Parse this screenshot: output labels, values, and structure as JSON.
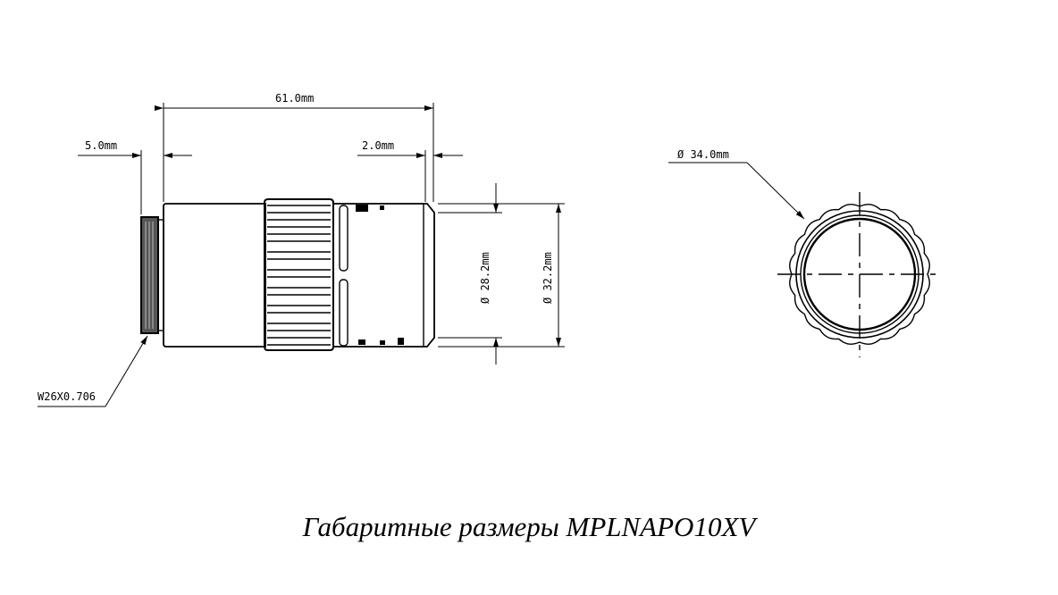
{
  "dimensions": {
    "overall_length": "61.0mm",
    "thread_length": "5.0mm",
    "end_length": "2.0mm",
    "inner_diameter": "Ø 28.2mm",
    "outer_diameter": "Ø 32.2mm",
    "ring_diameter": "Ø 34.0mm",
    "thread_spec": "W26X0.706"
  },
  "caption": "Габаритные размеры MPLNAPO10XV",
  "colors": {
    "line": "#000000",
    "background": "#ffffff"
  }
}
